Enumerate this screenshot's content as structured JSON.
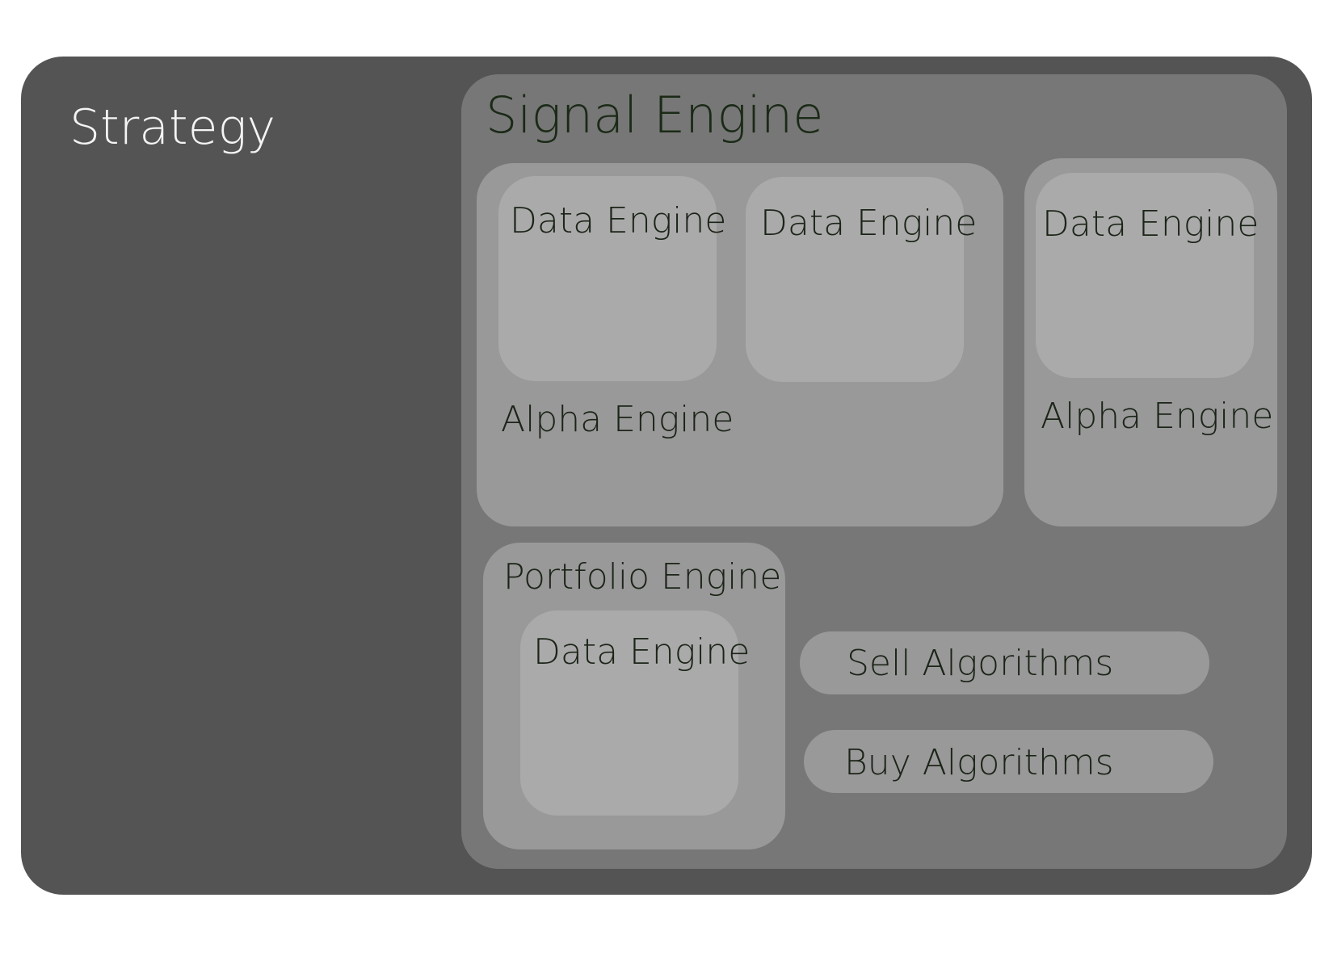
{
  "strategy": {
    "title": "Strategy"
  },
  "signal_engine": {
    "title": "Signal Engine",
    "alpha_engines": [
      {
        "label": "Alpha Engine",
        "data_engines": [
          "Data Engine",
          "Data Engine"
        ]
      },
      {
        "label": "Alpha Engine",
        "data_engines": [
          "Data Engine"
        ]
      }
    ],
    "portfolio_engine": {
      "label": "Portfolio Engine",
      "data_engine": "Data Engine"
    },
    "sell_algorithms": "Sell Algorithms",
    "buy_algorithms": "Buy Algorithms"
  },
  "colors": {
    "strategy": "#545454",
    "signal_engine": "#777777",
    "alpha_engine": "#999999",
    "data_engine": "#aaaaaa",
    "text_dark": "#1b2418",
    "text_light": "#f4f4f4"
  }
}
